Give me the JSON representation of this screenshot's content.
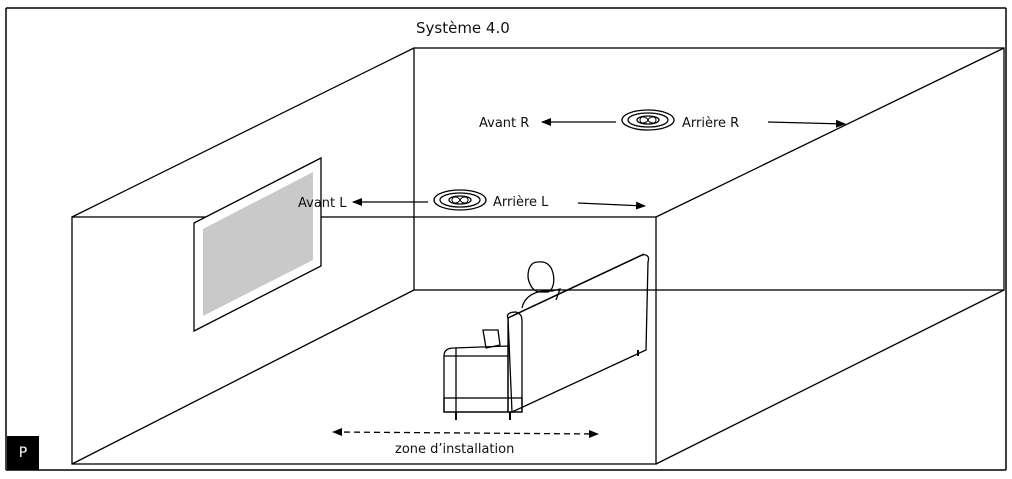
{
  "title": "Système 4.0",
  "speakers": {
    "front_left_label": "Avant L",
    "rear_left_label": "Arrière L",
    "front_right_label": "Avant R",
    "rear_right_label": "Arrière R"
  },
  "zone_label": "zone d’installation",
  "page_tab": "P",
  "colors": {
    "screen": "#c9c9c9",
    "line": "#000000",
    "tab_bg": "#000000"
  }
}
